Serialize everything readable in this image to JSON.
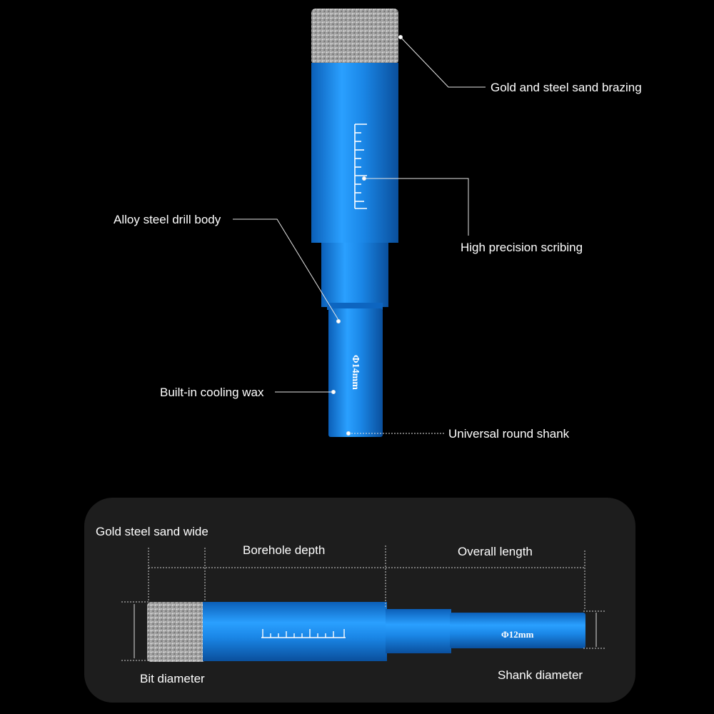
{
  "callouts": {
    "brazing": "Gold and steel sand brazing",
    "scribing": "High precision scribing",
    "body": "Alloy steel drill body",
    "wax": "Built-in cooling wax",
    "shank": "Universal round shank"
  },
  "vertical_bit": {
    "engraving": "Φ14mm"
  },
  "dimensions": {
    "sand_wide": "Gold steel sand wide",
    "borehole_depth": "Borehole depth",
    "overall_length": "Overall length",
    "bit_diameter": "Bit diameter",
    "shank_diameter": "Shank diameter"
  },
  "horizontal_bit": {
    "engraving": "Φ12mm"
  },
  "colors": {
    "bit_blue": "#1e8fe8",
    "background": "#000000",
    "panel": "#1d1d1d"
  }
}
